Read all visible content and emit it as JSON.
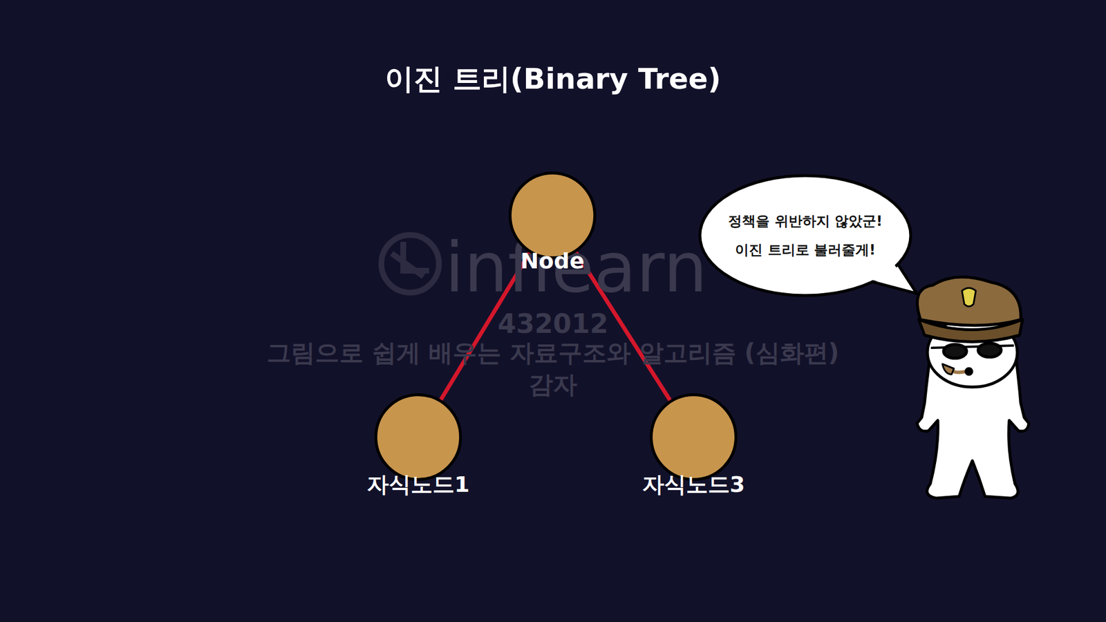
{
  "diagram": {
    "title": "이진 트리(Binary Tree)",
    "nodes": [
      {
        "text": [
          "Node"
        ]
      },
      {
        "text": [
          "자식노드1"
        ]
      },
      {
        "text": [
          "자식노드3"
        ]
      },
      {
        "text": [
          "정책을 위반하지 않았군! 이진 트리로 불러줄게!"
        ]
      }
    ],
    "edges": [
      {
        "from": 0,
        "to": 1,
        "arrow": "none"
      },
      {
        "from": 0,
        "to": 2,
        "arrow": "none"
      }
    ],
    "labels": [
      "inflearn",
      "432012",
      "그림으로 쉽게 배우는 자료구조와 알고리즘 (심화편)",
      "감자"
    ]
  }
}
